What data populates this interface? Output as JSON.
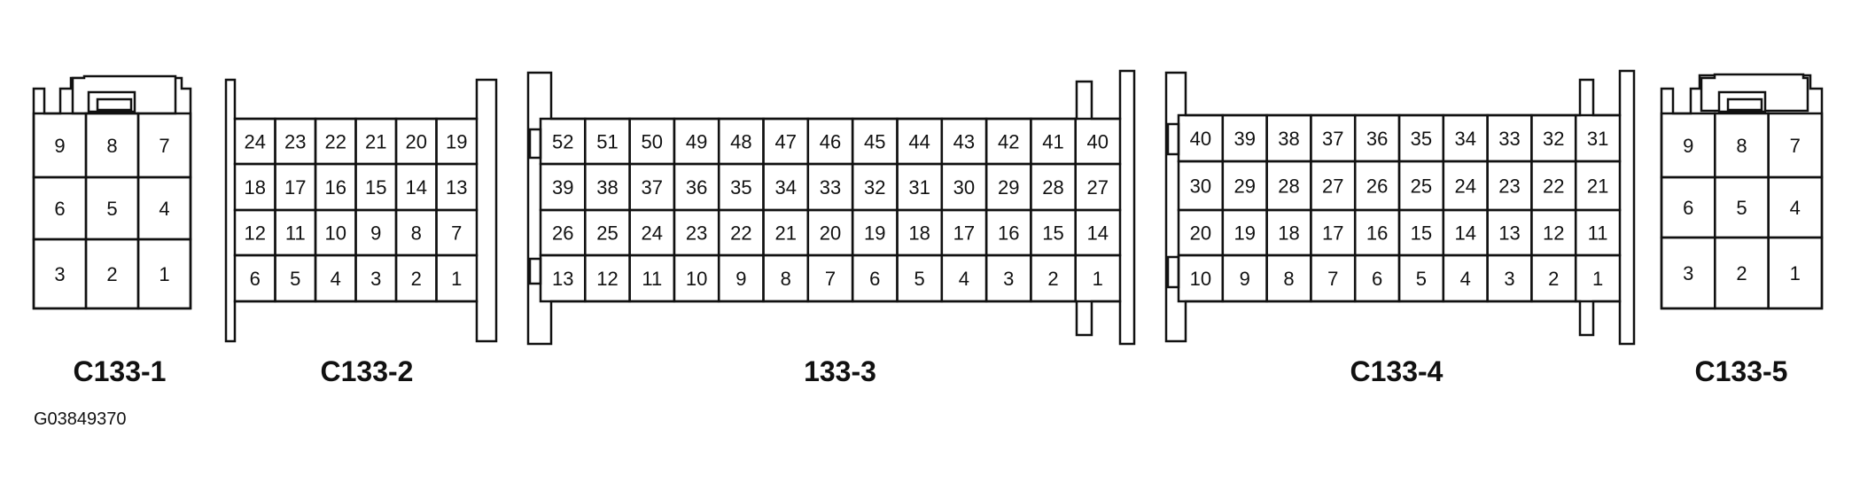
{
  "figure_id": "G03849370",
  "connectors": [
    {
      "title": "C133-1",
      "rows": [
        [
          "9",
          "8",
          "7"
        ],
        [
          "6",
          "5",
          "4"
        ],
        [
          "3",
          "2",
          "1"
        ]
      ]
    },
    {
      "title": "C133-2",
      "rows": [
        [
          "24",
          "23",
          "22",
          "21",
          "20",
          "19"
        ],
        [
          "18",
          "17",
          "16",
          "15",
          "14",
          "13"
        ],
        [
          "12",
          "11",
          "10",
          "9",
          "8",
          "7"
        ],
        [
          "6",
          "5",
          "4",
          "3",
          "2",
          "1"
        ]
      ]
    },
    {
      "title": "133-3",
      "rows": [
        [
          "52",
          "51",
          "50",
          "49",
          "48",
          "47",
          "46",
          "45",
          "44",
          "43",
          "42",
          "41",
          "40"
        ],
        [
          "39",
          "38",
          "37",
          "36",
          "35",
          "34",
          "33",
          "32",
          "31",
          "30",
          "29",
          "28",
          "27"
        ],
        [
          "26",
          "25",
          "24",
          "23",
          "22",
          "21",
          "20",
          "19",
          "18",
          "17",
          "16",
          "15",
          "14"
        ],
        [
          "13",
          "12",
          "11",
          "10",
          "9",
          "8",
          "7",
          "6",
          "5",
          "4",
          "3",
          "2",
          "1"
        ]
      ]
    },
    {
      "title": "C133-4",
      "rows": [
        [
          "40",
          "39",
          "38",
          "37",
          "36",
          "35",
          "34",
          "33",
          "32",
          "31"
        ],
        [
          "30",
          "29",
          "28",
          "27",
          "26",
          "25",
          "24",
          "23",
          "22",
          "21"
        ],
        [
          "20",
          "19",
          "18",
          "17",
          "16",
          "15",
          "14",
          "13",
          "12",
          "11"
        ],
        [
          "10",
          "9",
          "8",
          "7",
          "6",
          "5",
          "4",
          "3",
          "2",
          "1"
        ]
      ]
    },
    {
      "title": "C133-5",
      "rows": [
        [
          "9",
          "8",
          "7"
        ],
        [
          "6",
          "5",
          "4"
        ],
        [
          "3",
          "2",
          "1"
        ]
      ]
    }
  ]
}
